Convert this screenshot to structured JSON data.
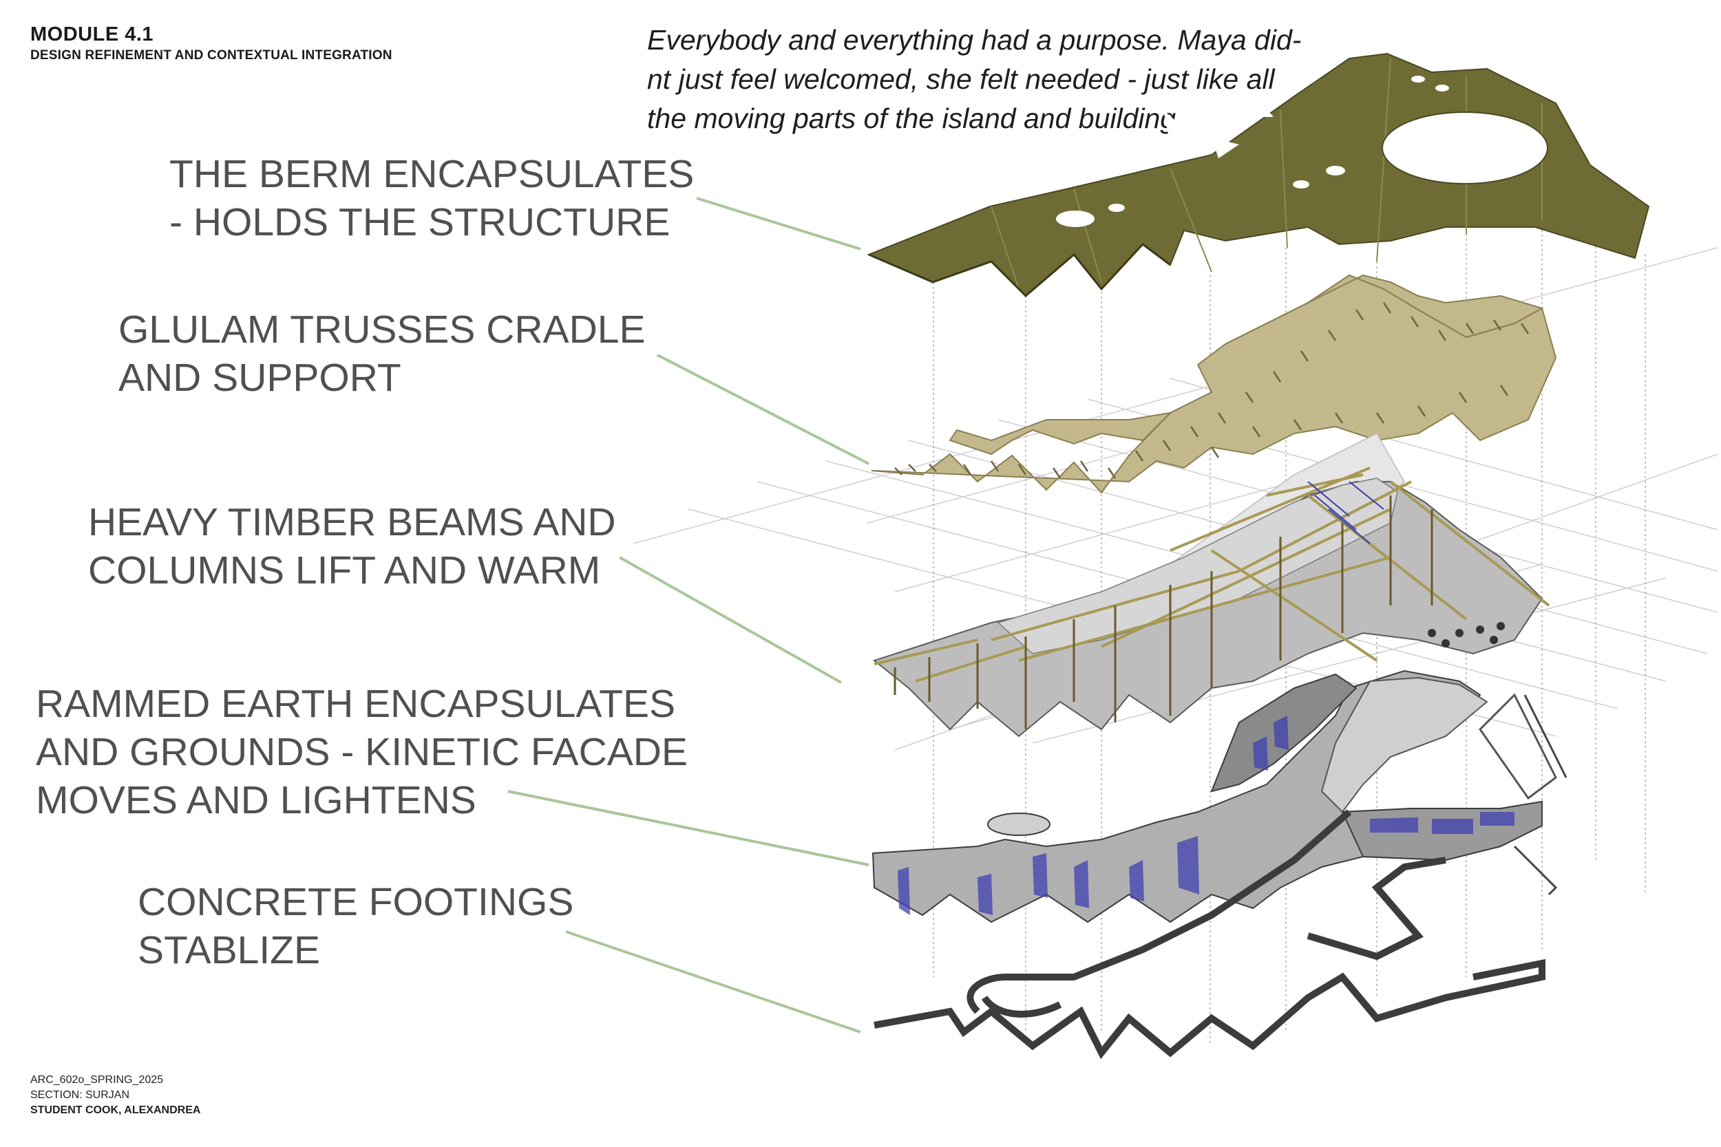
{
  "header": {
    "module": "MODULE 4.1",
    "subtitle": "DESIGN REFINEMENT AND CONTEXTUAL INTEGRATION"
  },
  "quote": {
    "lines": [
      "Everybody and everything had a purpose. Maya did-",
      "nt just feel welcomed, she felt needed - just like all",
      "the moving parts of the island and building."
    ]
  },
  "layers": [
    {
      "lines": [
        "THE BERM ENCAPSULATES",
        "- HOLDS THE STRUCTURE"
      ]
    },
    {
      "lines": [
        "GLULAM TRUSSES CRADLE",
        "AND SUPPORT"
      ]
    },
    {
      "lines": [
        "HEAVY TIMBER BEAMS AND",
        "COLUMNS LIFT AND WARM"
      ]
    },
    {
      "lines": [
        "RAMMED EARTH ENCAPSULATES",
        "AND GROUNDS - KINETIC FACADE",
        "MOVES AND LIGHTENS"
      ]
    },
    {
      "lines": [
        "CONCRETE FOOTINGS",
        "STABLIZE"
      ]
    }
  ],
  "footer": {
    "course": "ARC_602o_SPRING_2025",
    "section": "SECTION: SURJAN",
    "student": "STUDENT COOK, ALEXANDREA"
  },
  "colors": {
    "leader": "#a9c79a",
    "berm": "#6e6c34",
    "truss": "#b3a878",
    "timber": "#a89a55",
    "walls": "#7c7c7c",
    "glazing": "#3a3aa8",
    "grid": "#c8c8c8"
  }
}
